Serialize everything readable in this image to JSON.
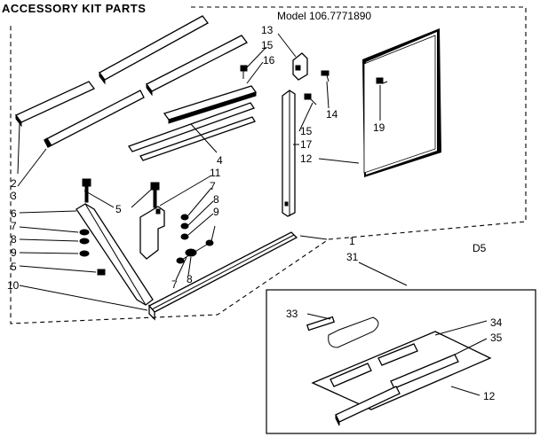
{
  "title": "ACCESSORY KIT PARTS",
  "model": "Model 106.7771890",
  "side_code": "D5",
  "callouts": {
    "c2": "2",
    "c3": "3",
    "c4": "4",
    "c5a": "5",
    "c5b": "5",
    "c6": "6",
    "c7a": "7",
    "c7b": "7",
    "c7c": "7",
    "c8a": "8",
    "c8b": "8",
    "c8c": "8",
    "c9a": "9",
    "c9b": "9",
    "c10": "10",
    "c11": "11",
    "c12a": "12",
    "c12b": "12",
    "c13": "13",
    "c14": "14",
    "c15a": "15",
    "c15b": "15",
    "c16": "16",
    "c17": "17",
    "c19": "19",
    "c1": "1",
    "c31": "31",
    "c33": "33",
    "c34": "34",
    "c35": "35"
  }
}
